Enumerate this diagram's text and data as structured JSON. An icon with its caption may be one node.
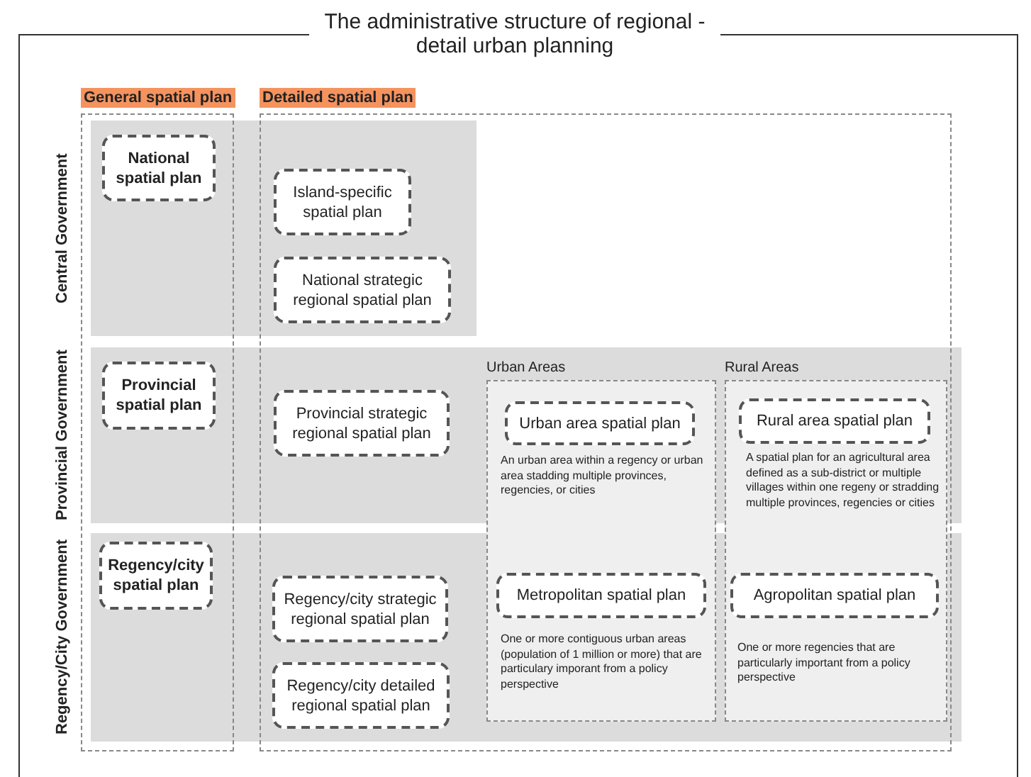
{
  "diagram": {
    "title": "The administrative structure of regional - detail urban planning",
    "nodes": [
      {
        "text": [
          "General spatial plan"
        ]
      },
      {
        "text": [
          "Detailed spatial plan"
        ]
      },
      {
        "text": [
          "Central Government"
        ]
      },
      {
        "text": [
          "National spatial plan"
        ]
      },
      {
        "text": [
          "Island-specific spatial plan"
        ]
      },
      {
        "text": [
          "National strategic regional spatial plan"
        ]
      },
      {
        "text": [
          "Provincial Government"
        ]
      },
      {
        "text": [
          "Provincial spatial plan"
        ]
      },
      {
        "text": [
          "Provincial strategic regional spatial plan"
        ]
      },
      {
        "text": [
          "Urban Areas"
        ],
        "in": 1
      },
      {
        "text": [
          "Urban area spatial plan"
        ]
      },
      {
        "text": [
          "Rural Areas"
        ],
        "in": 1
      },
      {
        "text": [
          "Rural area spatial plan"
        ]
      },
      {
        "text": [
          "Regency/City Government"
        ]
      },
      {
        "text": [
          "Regency/city spatial plan"
        ]
      },
      {
        "text": [
          "Regency/city strategic regional spatial plan"
        ]
      },
      {
        "text": [
          "Regency/city detailed regional spatial plan"
        ]
      },
      {
        "text": [
          "Metropolitan spatial plan"
        ]
      },
      {
        "text": [
          "Agropolitan spatial plan"
        ]
      }
    ],
    "labels": [
      "An urban area within a regency or urban area stadding multiple provinces, regencies, or cities",
      "A spatial plan for an agricultural area defined as a sub-district or multiple villages within one regeny or stradding multiple provinces, regencies or cities",
      "One or more contiguous urban areas (population of 1 million or more) that are particulary imporant from a policy perspective",
      "One or more regencies that are particularly important from a policy perspective"
    ]
  }
}
